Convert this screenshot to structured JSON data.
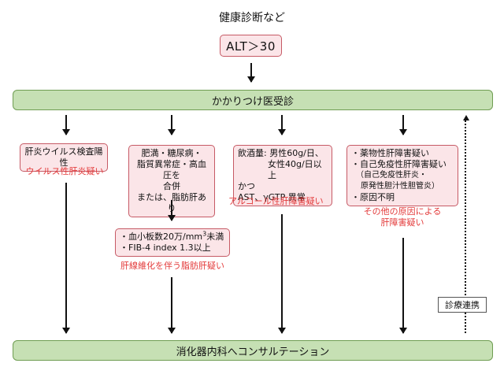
{
  "header": {
    "title": "健康診断など"
  },
  "start_box": {
    "label": "ALT＞30"
  },
  "primary_care": {
    "label": "かかりつけ医受診"
  },
  "consultation": {
    "label": "消化器内科へコンサルテーション"
  },
  "collaboration": {
    "label": "診療連携"
  },
  "columns": [
    {
      "box_lines": [
        "肝炎ウイルス検査陽性"
      ],
      "result": [
        "ウイルス性肝炎疑い"
      ]
    },
    {
      "box_lines": [
        "肥満・糖尿病・",
        "脂質異常症・高血圧を",
        "合併",
        "または、脂肪肝あり"
      ],
      "sub_box_lines": [
        "・血小板数20万/mm",
        "3",
        "未満",
        "・FIB-4 index 1.3以上"
      ],
      "result": [
        "肝線維化を伴う脂肪肝疑い"
      ]
    },
    {
      "box_lines": [
        "飲酒量: 男性60g/日、",
        "女性40g/日以上",
        "かつ",
        "AST、γGTP 異常"
      ],
      "result": [
        "アルコール性肝障害疑い"
      ]
    },
    {
      "box_lines": [
        "・薬物性肝障害疑い",
        "・自己免疫性肝障害疑い",
        "（自己免疫性肝炎・",
        "原発性胆汁性胆管炎）",
        "・原因不明"
      ],
      "result": [
        "その他の原因による",
        "肝障害疑い"
      ]
    }
  ],
  "colors": {
    "box_fill": "#fbe5e8",
    "box_border": "#c65a65",
    "bar_fill": "#c6e0b4",
    "bar_border": "#6f9d52",
    "result_text": "#e33a3a"
  }
}
